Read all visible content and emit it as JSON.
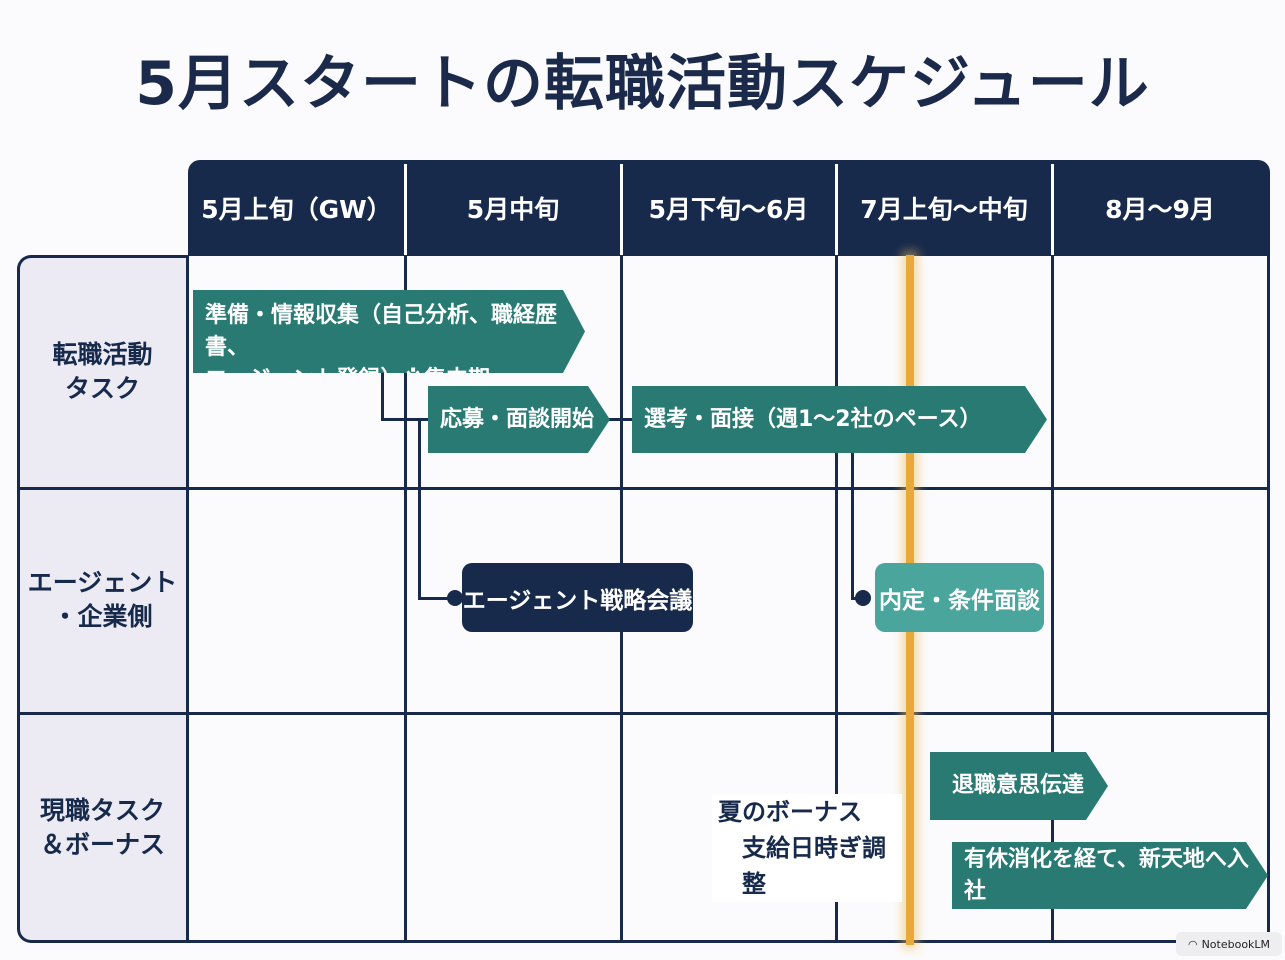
{
  "title": "5月スタートの転職活動スケジュール",
  "columns": [
    "5月上旬（GW）",
    "5月中旬",
    "5月下旬〜6月",
    "7月上旬〜中旬",
    "8月〜9月"
  ],
  "rows": [
    {
      "label_line1": "転職活動",
      "label_line2": "タスク"
    },
    {
      "label_line1": "エージェント",
      "label_line2": "・企業側"
    },
    {
      "label_line1": "現職タスク",
      "label_line2": "＆ボーナス"
    }
  ],
  "tasks": {
    "prep_line1": "準備・情報収集（自己分析、職経歴書、",
    "prep_line2": "エージェント登録）※集中期",
    "apply": "応募・面談開始",
    "selection": "選考・面接（週1〜2社のペース）",
    "agent_meeting": "エージェント戦略会議",
    "offer": "内定・条件面談",
    "resign": "退職意思伝達",
    "join": "有休消化を経て、新天地へ入社"
  },
  "bonus_note": {
    "line1": "夏のボーナス",
    "line2": "支給日時ぎ調整"
  },
  "badge": "NotebookLM",
  "colors": {
    "navy": "#172a4c",
    "teal": "#2a7a74",
    "light_teal": "#4aa59c",
    "orange": "#e9a93a"
  }
}
